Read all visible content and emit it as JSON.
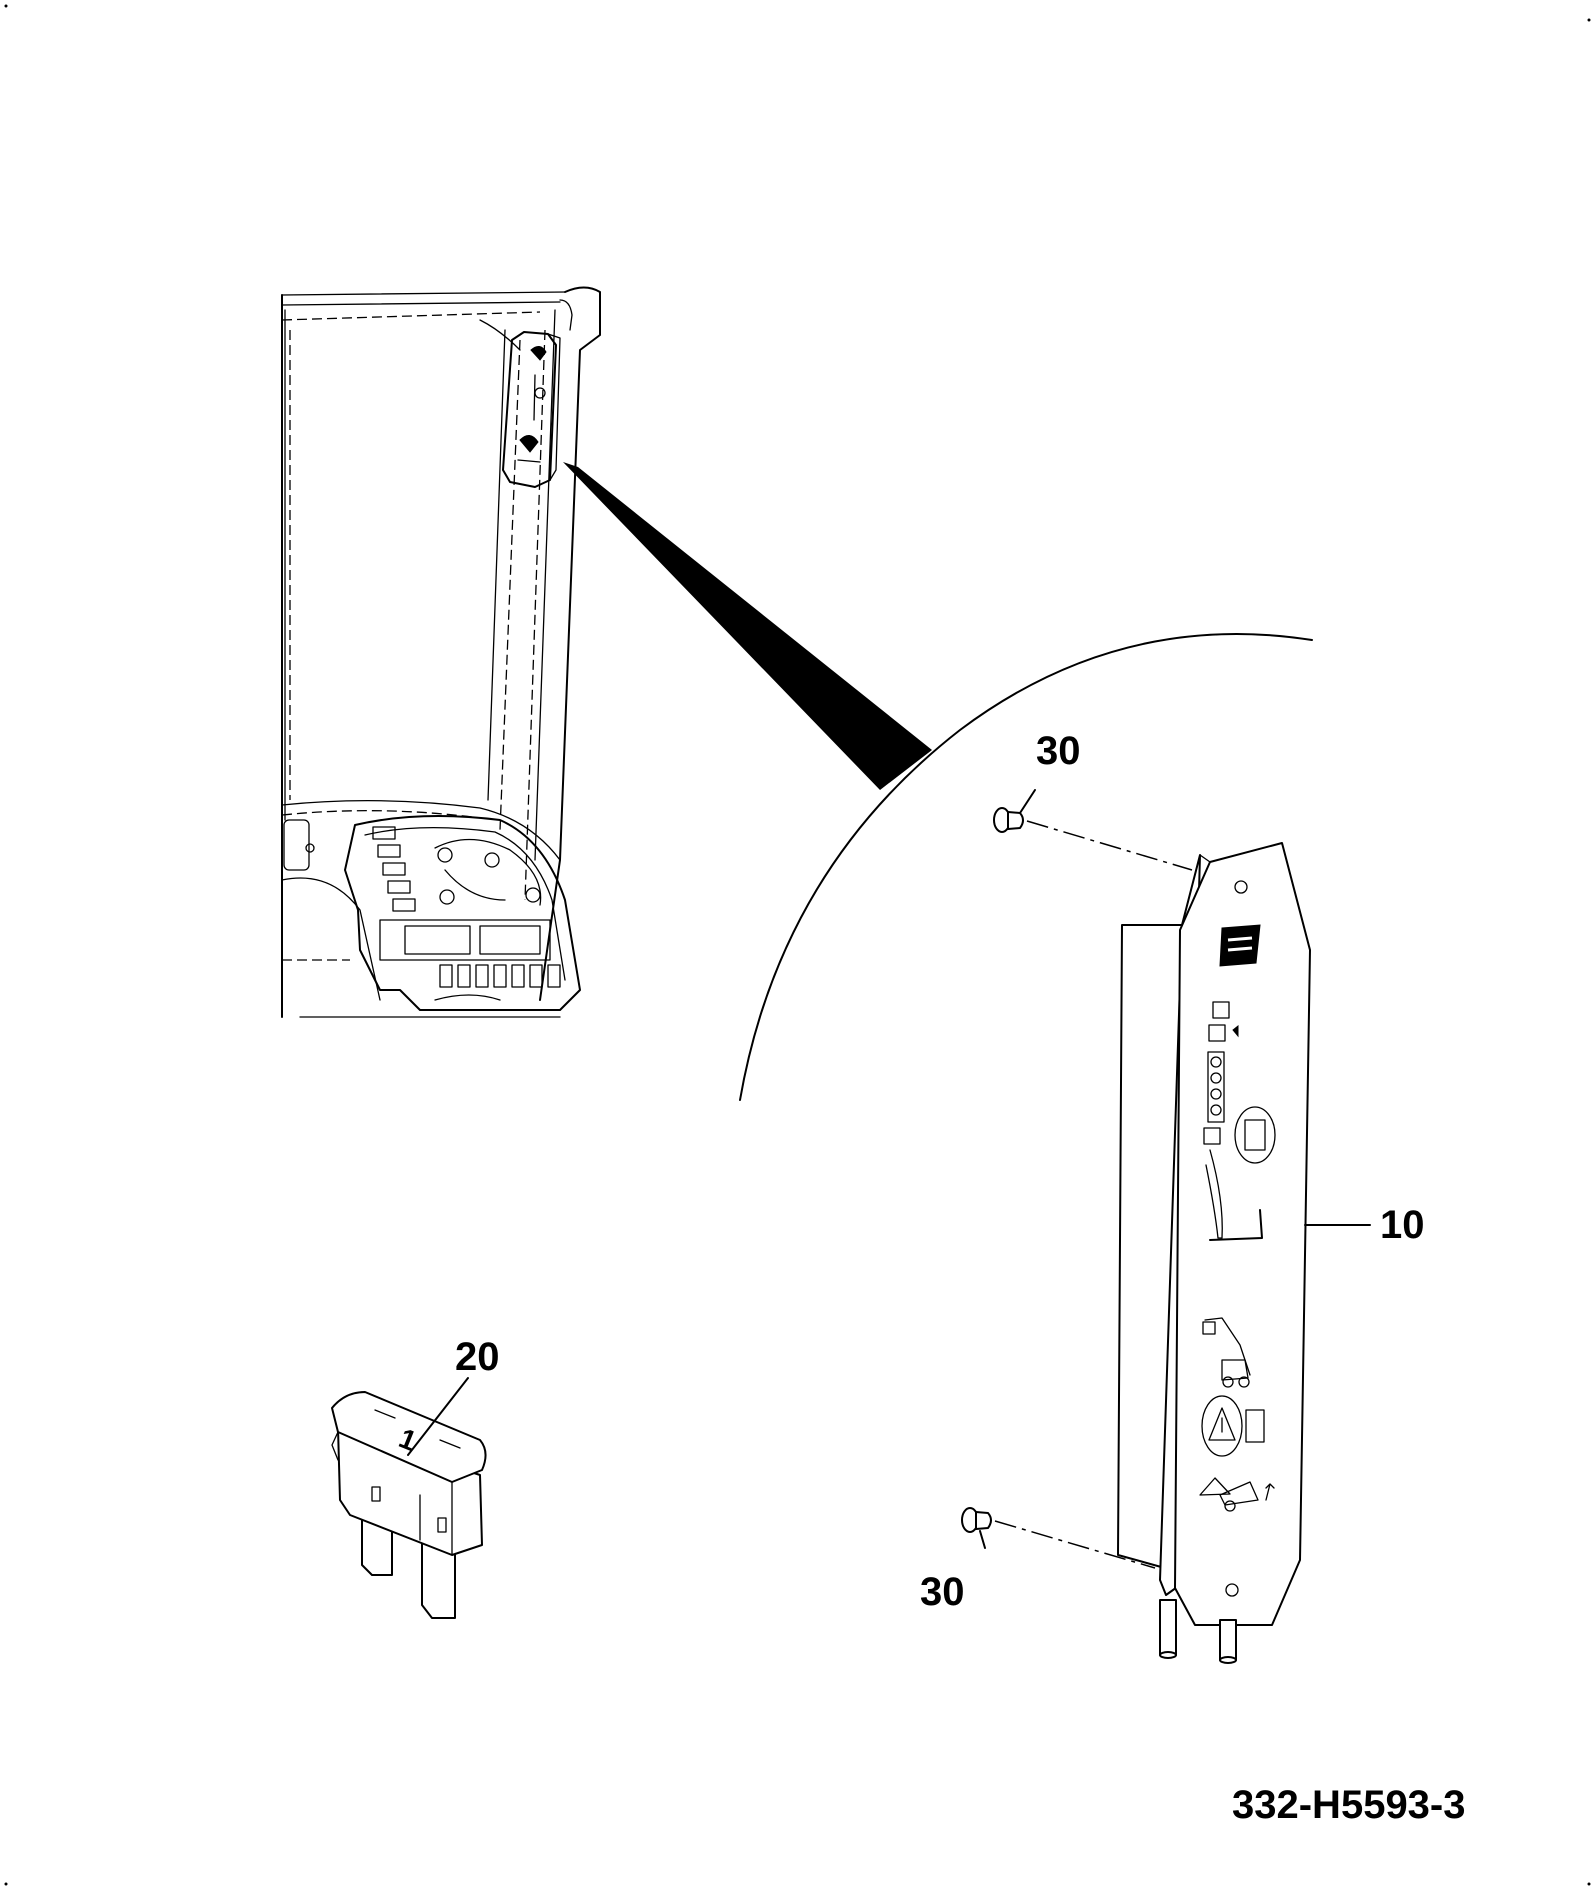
{
  "callouts": {
    "screw_top": "30",
    "screw_bottom": "30",
    "panel": "10",
    "fuse": "20",
    "fuse_rating": "1"
  },
  "figure_id": "332-H5593-3"
}
